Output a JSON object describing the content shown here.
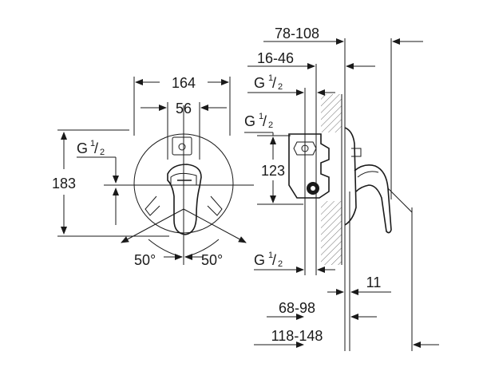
{
  "front_view": {
    "width_outer": "164",
    "width_inner": "56",
    "height": "183",
    "thread_left": {
      "g": "G",
      "num": "1",
      "den": "2"
    },
    "angle_left": "50°",
    "angle_right": "50°"
  },
  "side_view": {
    "dim_top": "78-108",
    "dim_second": "16-46",
    "thread_top": {
      "g": "G",
      "num": "1",
      "den": "2"
    },
    "thread_mid": {
      "g": "G",
      "num": "1",
      "den": "2"
    },
    "thread_bottom": {
      "g": "G",
      "num": "1",
      "den": "2"
    },
    "height_mid": "123",
    "dim_11": "11",
    "dim_68_98": "68-98",
    "dim_118_148": "118-148"
  },
  "colors": {
    "line": "#1a1a1a",
    "hatch": "#333333",
    "background": "#ffffff"
  }
}
